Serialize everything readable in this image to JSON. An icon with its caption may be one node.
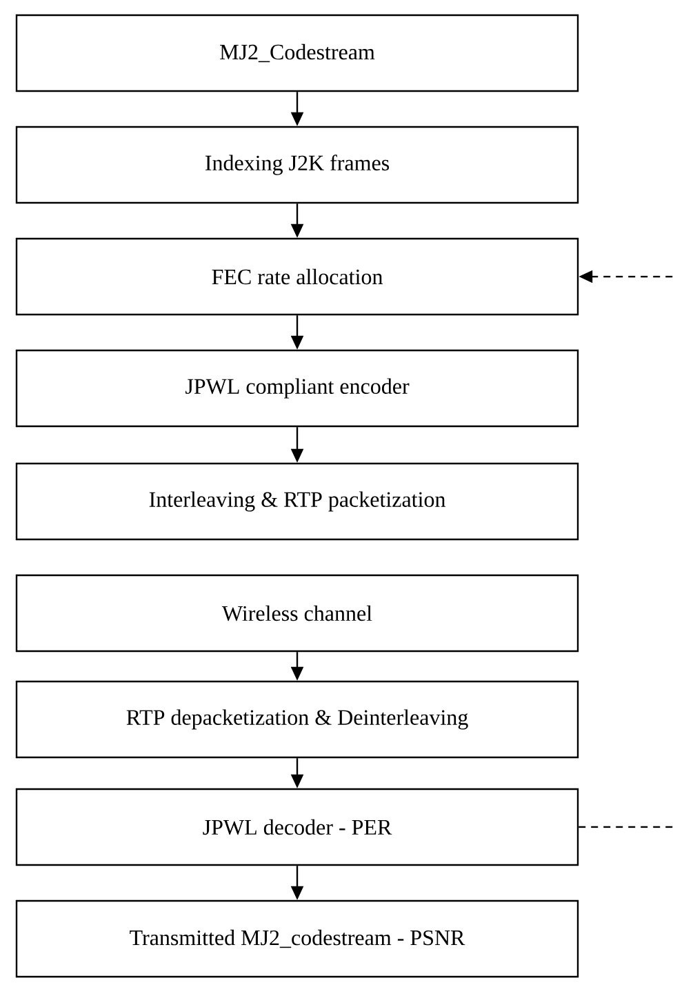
{
  "diagram": {
    "nodes": [
      {
        "text": [
          "MJ2_Codestream"
        ]
      },
      {
        "text": [
          "Indexing J2K frames"
        ]
      },
      {
        "text": [
          "FEC rate allocation"
        ]
      },
      {
        "text": [
          "JPWL compliant encoder"
        ]
      },
      {
        "text": [
          "Interleaving & RTP packetization"
        ]
      },
      {
        "text": [
          "Wireless channel"
        ]
      },
      {
        "text": [
          "RTP depacketization & Deinterleaving"
        ]
      },
      {
        "text": [
          "JPWL decoder - PER"
        ]
      },
      {
        "text": [
          "Transmitted MJ2_codestream - PSNR"
        ]
      }
    ],
    "edges": [
      {
        "from": 0,
        "to": 1,
        "arrow": "to"
      },
      {
        "from": 1,
        "to": 2,
        "arrow": "to"
      },
      {
        "from": 2,
        "to": 3,
        "arrow": "to"
      },
      {
        "from": 3,
        "to": 4,
        "arrow": "to"
      },
      {
        "from": 5,
        "to": 6,
        "arrow": "to"
      },
      {
        "from": 6,
        "to": 7,
        "arrow": "to"
      },
      {
        "from": 7,
        "to": 8,
        "arrow": "to"
      },
      {
        "from": 7,
        "to": 2,
        "arrow": "to",
        "style": "dashed"
      }
    ]
  }
}
